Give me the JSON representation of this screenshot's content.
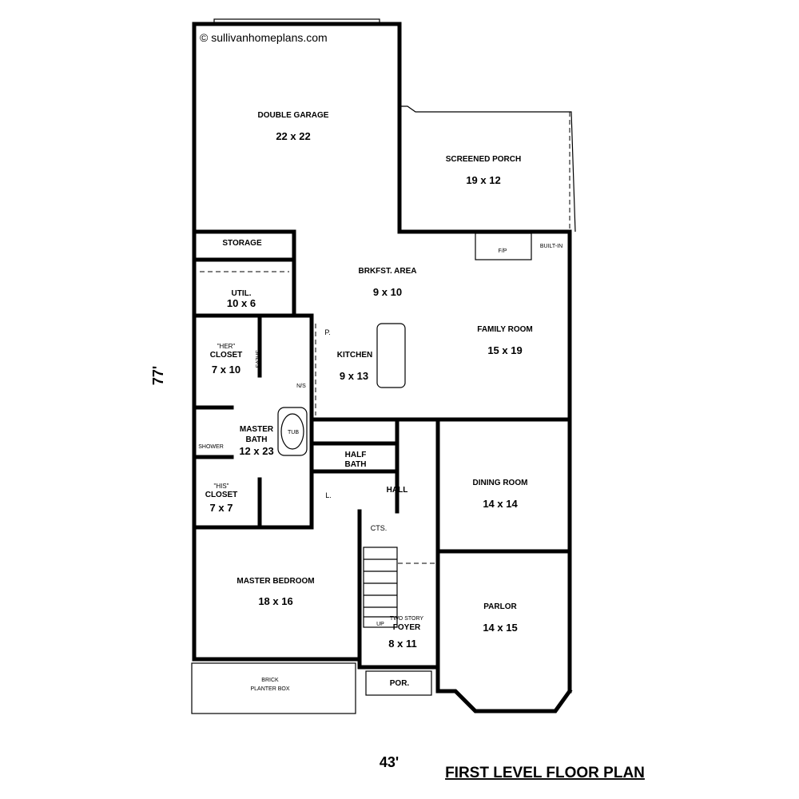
{
  "copyright": "© sullivanhomeplans.com",
  "plan_title": "FIRST LEVEL FLOOR PLAN",
  "overall_width": "43'",
  "overall_depth": "77'",
  "rooms": {
    "garage": {
      "name": "DOUBLE GARAGE",
      "size": "22 x 22"
    },
    "porch": {
      "name": "SCREENED PORCH",
      "size": "19 x 12"
    },
    "storage": {
      "name": "STORAGE"
    },
    "util": {
      "name": "UTIL.",
      "size": "10 x 6"
    },
    "brkfst": {
      "name": "BRKFST. AREA",
      "size": "9 x 10"
    },
    "family": {
      "name": "FAMILY ROOM",
      "size": "15 x 19"
    },
    "kitchen": {
      "name": "KITCHEN",
      "size": "9 x 13"
    },
    "her_closet": {
      "tag": "\"HER\"",
      "name": "CLOSET",
      "size": "7 x 10"
    },
    "his_closet": {
      "tag": "\"HIS\"",
      "name": "CLOSET",
      "size": "7 x 7"
    },
    "master_bath": {
      "name1": "MASTER",
      "name2": "BATH",
      "size": "12 x 23"
    },
    "half_bath": {
      "name1": "HALF",
      "name2": "BATH"
    },
    "hall": {
      "name": "HALL"
    },
    "dining": {
      "name": "DINING ROOM",
      "size": "14 x 14"
    },
    "parlor": {
      "name": "PARLOR",
      "size": "14 x 15"
    },
    "master_bed": {
      "name": "MASTER BEDROOM",
      "size": "18 x 16"
    },
    "foyer": {
      "tag": "TWO STORY",
      "name": "FOYER",
      "size": "8 x 11"
    },
    "por": {
      "name": "POR."
    },
    "planter": {
      "name1": "BRICK",
      "name2": "PLANTER BOX"
    }
  },
  "fixtures": {
    "fp": "F/P",
    "built_in": "BUILT-IN",
    "pantry": "P.",
    "linen": "L.",
    "cts": "CTS.",
    "shelves": "SHLVS",
    "ns": "N/S",
    "tub": "TUB",
    "shower": "SHOWER",
    "up": "UP"
  }
}
